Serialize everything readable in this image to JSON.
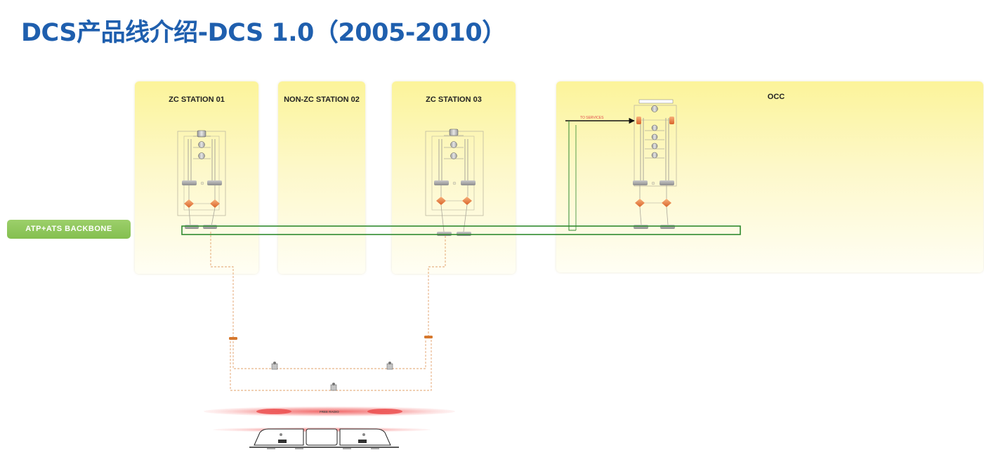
{
  "slide": {
    "title": "DCS产品线介绍-DCS 1.0（2005-2010）"
  },
  "panels": {
    "zc_station_01": "ZC STATION 01",
    "non_zc_station_02": "NON-ZC STATION 02",
    "zc_station_03": "ZC STATION 03",
    "occ": "OCC"
  },
  "backbone": {
    "label": "ATP+ATS  BACKBONE"
  },
  "colors": {
    "title": "#1f5fae",
    "panel_top": "#fcf49a",
    "backbone_line": "#2f8a2f",
    "backbone_tag": "#8fc75a",
    "fiber_dashed": "#e2a06a",
    "router_orange": "#e8823c",
    "radio_field": "#f26a6a"
  },
  "icons": {
    "server": "server-icon",
    "switch": "network-switch-icon",
    "router": "router-diamond-icon",
    "access_point": "wayside-access-point-icon",
    "train": "train-icon"
  }
}
